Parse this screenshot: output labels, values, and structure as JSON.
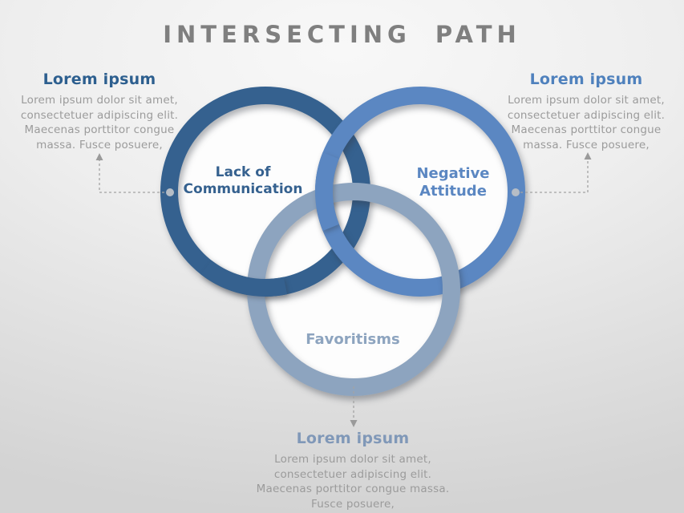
{
  "title": "INTERSECTING PATH",
  "circles": {
    "left": {
      "label": "Lack of\nCommunication",
      "color": "#35618f"
    },
    "right": {
      "label": "Negative\nAttitude",
      "color": "#5b87c2"
    },
    "bottom": {
      "label": "Favoritisms",
      "color": "#8da4bf"
    }
  },
  "callouts": {
    "top_left": {
      "heading": "Lorem ipsum",
      "heading_color": "#2d5f8f",
      "body": "Lorem ipsum dolor sit amet, consectetuer adipiscing elit. Maecenas porttitor congue massa. Fusce posuere,"
    },
    "top_right": {
      "heading": "Lorem ipsum",
      "heading_color": "#4f81bd",
      "body": "Lorem ipsum dolor sit amet, consectetuer adipiscing elit. Maecenas porttitor congue massa. Fusce posuere,"
    },
    "bottom": {
      "heading": "Lorem ipsum",
      "heading_color": "#8098b8",
      "body": "Lorem ipsum dolor sit amet, consectetuer adipiscing elit. Maecenas porttitor congue massa. Fusce posuere,"
    }
  },
  "connector_color": "#a3a3a3",
  "arrow_color": "#9a9a9a",
  "dot_color": "#b6bdc6"
}
